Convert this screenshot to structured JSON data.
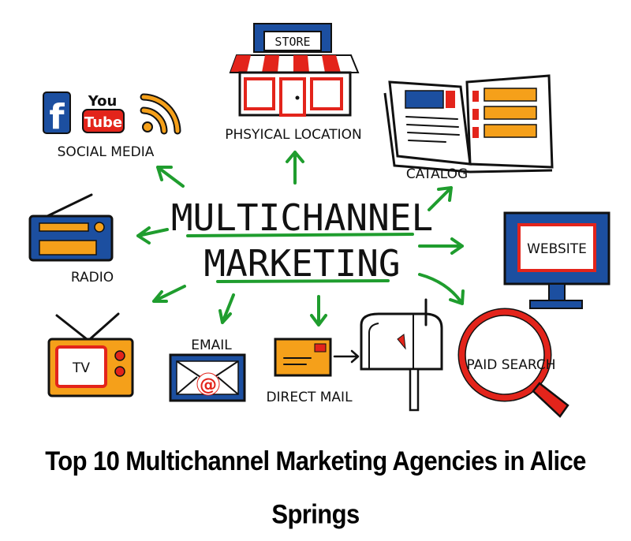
{
  "center": {
    "line1": "MULTICHANNEL",
    "line2": "MARKETING"
  },
  "channels": {
    "social_media": "SOCIAL MEDIA",
    "physical_location": "PHSYICAL LOCATION",
    "catalog": "CATALOG",
    "radio": "RADIO",
    "website": "WEBSITE",
    "tv": "TV",
    "email": "EMAIL",
    "direct_mail": "DIRECT MAIL",
    "paid_search": "PAID SEARCH"
  },
  "icons": {
    "store_sign": "STORE",
    "youtube_top": "You",
    "youtube_bottom": "Tube",
    "facebook": "f",
    "email_symbol": "@"
  },
  "headline": "Top 10 Multichannel Marketing Agencies in Alice Springs",
  "colors": {
    "arrow": "#1f9d2e",
    "red": "#e3241b",
    "blue": "#1c4fa0",
    "orange": "#f5a01a",
    "ink": "#111111"
  }
}
